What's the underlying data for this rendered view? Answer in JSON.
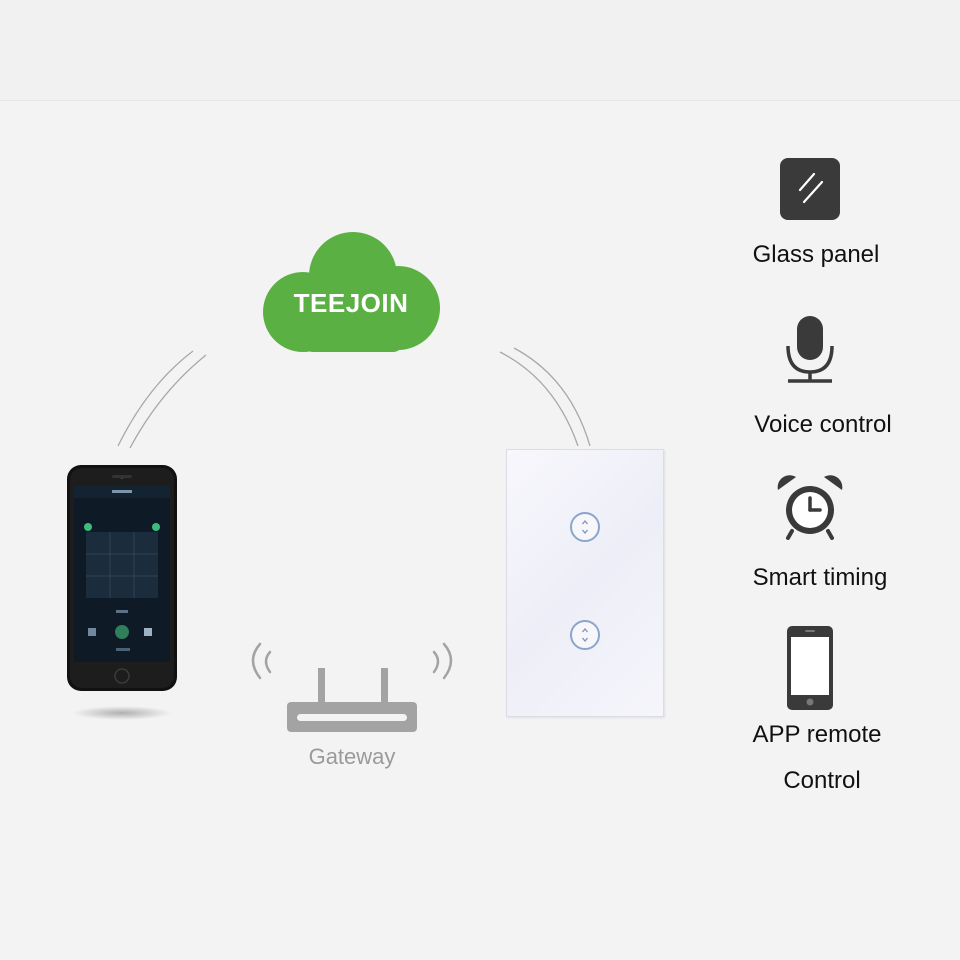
{
  "cloud": {
    "brand": "TEEJOIN",
    "color": "#5bb044"
  },
  "gateway": {
    "label": "Gateway"
  },
  "features": [
    {
      "icon": "glass-panel-icon",
      "label": "Glass panel"
    },
    {
      "icon": "microphone-icon",
      "label": "Voice control"
    },
    {
      "icon": "alarm-clock-icon",
      "label": "Smart timing"
    },
    {
      "icon": "smartphone-icon",
      "label_line1": "APP remote",
      "label_line2": "Control"
    }
  ],
  "colors": {
    "background": "#f3f3f3",
    "icon_dark": "#3a3a3a",
    "router_grey": "#a3a3a3"
  }
}
